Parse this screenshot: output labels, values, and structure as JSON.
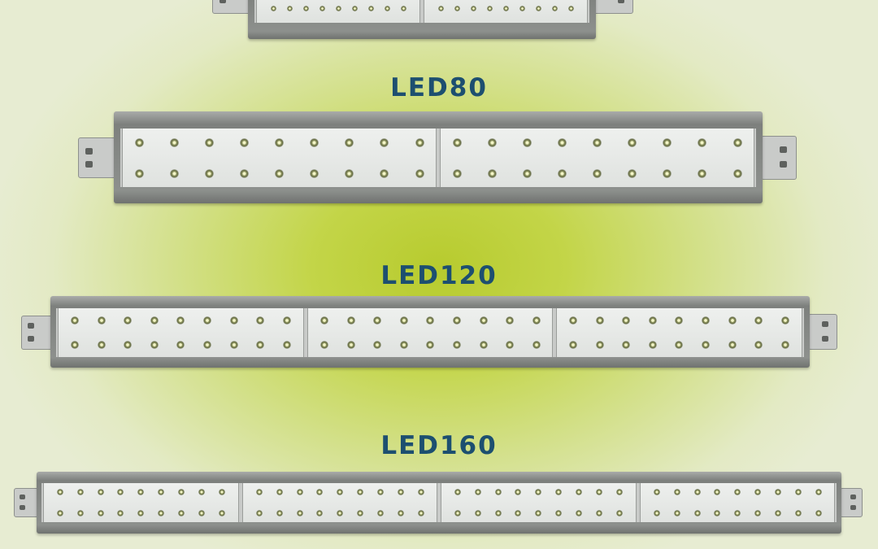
{
  "products": [
    {
      "id": "top",
      "label": "",
      "modules": 2
    },
    {
      "id": "led80",
      "label": "LED80",
      "modules": 2
    },
    {
      "id": "led120",
      "label": "LED120",
      "modules": 3
    },
    {
      "id": "led160",
      "label": "LED160",
      "modules": 4
    }
  ],
  "colors": {
    "background_center": "#b7cb2e",
    "background_edge": "#e7ecd2",
    "label": "#1d4f70",
    "housing": "#8d908d"
  }
}
